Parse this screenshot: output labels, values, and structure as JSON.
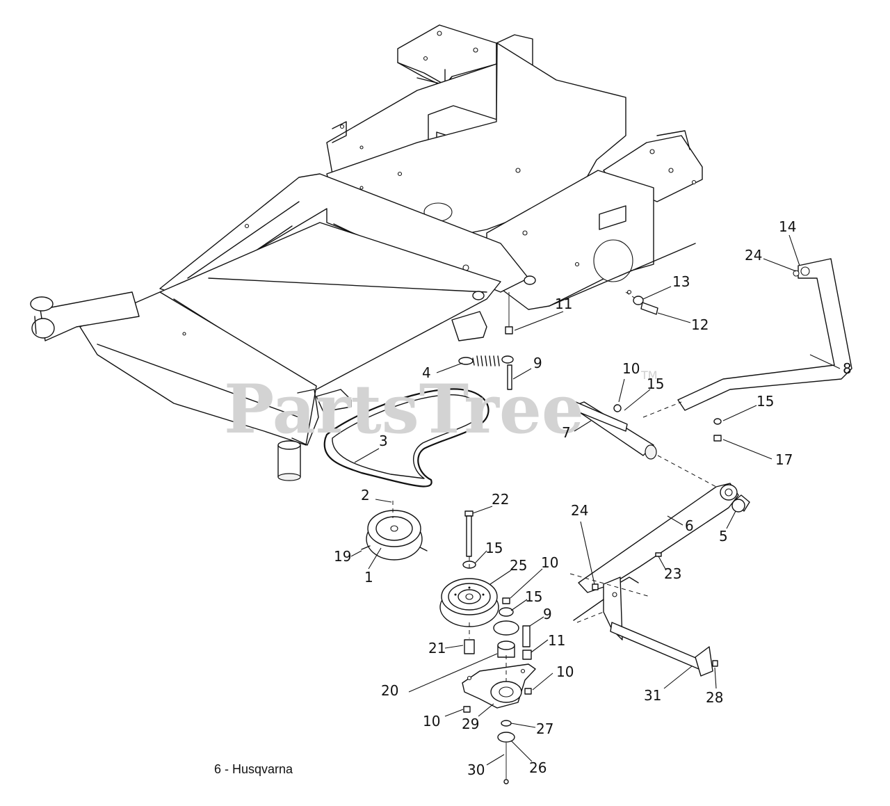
{
  "watermark": {
    "text": "PartsTree",
    "tm": "TM"
  },
  "caption": "6 - Husqvarna",
  "callouts": [
    {
      "id": "c1",
      "label": "1"
    },
    {
      "id": "c2",
      "label": "2"
    },
    {
      "id": "c3",
      "label": "3"
    },
    {
      "id": "c4",
      "label": "4"
    },
    {
      "id": "c5",
      "label": "5"
    },
    {
      "id": "c6",
      "label": "6"
    },
    {
      "id": "c7",
      "label": "7"
    },
    {
      "id": "c8",
      "label": "8"
    },
    {
      "id": "c9a",
      "label": "9"
    },
    {
      "id": "c9b",
      "label": "9"
    },
    {
      "id": "c10a",
      "label": "10"
    },
    {
      "id": "c10b",
      "label": "10"
    },
    {
      "id": "c10c",
      "label": "10"
    },
    {
      "id": "c10d",
      "label": "10"
    },
    {
      "id": "c11a",
      "label": "11"
    },
    {
      "id": "c11b",
      "label": "11"
    },
    {
      "id": "c12",
      "label": "12"
    },
    {
      "id": "c13",
      "label": "13"
    },
    {
      "id": "c14",
      "label": "14"
    },
    {
      "id": "c15a",
      "label": "15"
    },
    {
      "id": "c15b",
      "label": "15"
    },
    {
      "id": "c15c",
      "label": "15"
    },
    {
      "id": "c15d",
      "label": "15"
    },
    {
      "id": "c17",
      "label": "17"
    },
    {
      "id": "c19",
      "label": "19"
    },
    {
      "id": "c20",
      "label": "20"
    },
    {
      "id": "c21",
      "label": "21"
    },
    {
      "id": "c22",
      "label": "22"
    },
    {
      "id": "c23",
      "label": "23"
    },
    {
      "id": "c24a",
      "label": "24"
    },
    {
      "id": "c24b",
      "label": "24"
    },
    {
      "id": "c25",
      "label": "25"
    },
    {
      "id": "c26",
      "label": "26"
    },
    {
      "id": "c27",
      "label": "27"
    },
    {
      "id": "c28",
      "label": "28"
    },
    {
      "id": "c29",
      "label": "29"
    },
    {
      "id": "c30",
      "label": "30"
    },
    {
      "id": "c31",
      "label": "31"
    }
  ]
}
